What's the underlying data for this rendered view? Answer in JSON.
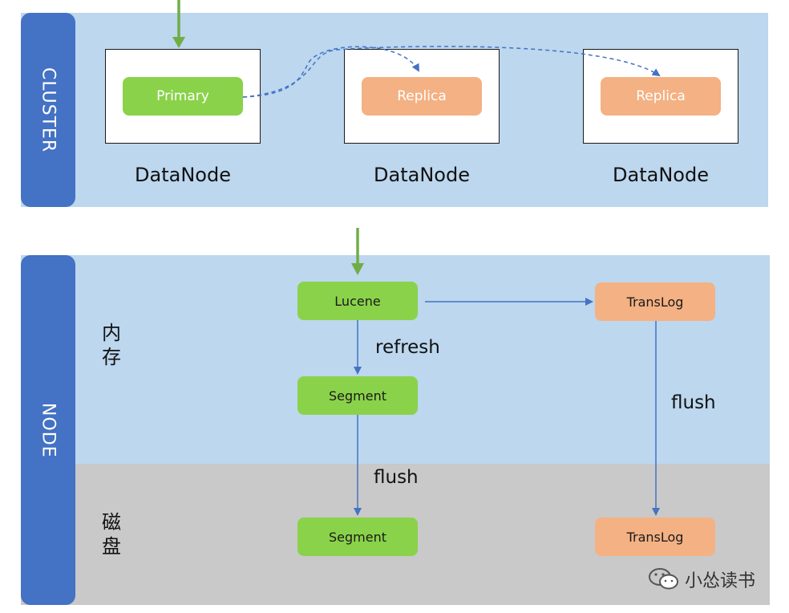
{
  "cluster": {
    "side_label": "CLUSTER",
    "nodes": [
      {
        "chip": "Primary",
        "label": "DataNode",
        "color": "#8ad24a"
      },
      {
        "chip": "Replica",
        "label": "DataNode",
        "color": "#f4b183"
      },
      {
        "chip": "Replica",
        "label": "DataNode",
        "color": "#f4b183"
      }
    ]
  },
  "node": {
    "side_label": "NODE",
    "memory_label_1": "内",
    "memory_label_2": "存",
    "disk_label_1": "磁",
    "disk_label_2": "盘",
    "lucene": "Lucene",
    "translog_mem": "TransLog",
    "segment_mem": "Segment",
    "segment_disk": "Segment",
    "translog_disk": "TransLog",
    "refresh_label": "refresh",
    "flush_label_left": "flush",
    "flush_label_right": "flush"
  },
  "watermark": {
    "icon": "wechat-icon",
    "text": "小怂读书"
  },
  "colors": {
    "side_tab": "#4472c4",
    "memory_bg": "#bcd7ee",
    "disk_bg": "#c9c9c9",
    "green": "#8ad24a",
    "orange": "#f4b183",
    "arrow_blue": "#4472c4",
    "arrow_green": "#70ad47"
  }
}
